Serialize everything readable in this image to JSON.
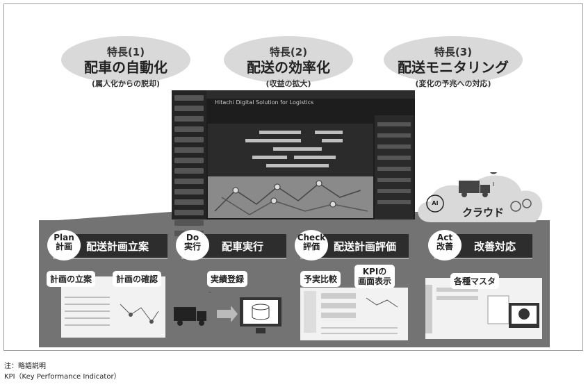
{
  "features": [
    {
      "num": "特長(1)",
      "title": "配車の自動化",
      "sub": "(属人化からの脱却)"
    },
    {
      "num": "特長(2)",
      "title": "配送の効率化",
      "sub": "(収益の拡大)"
    },
    {
      "num": "特長(3)",
      "title": "配送モニタリング",
      "sub": "(変化の予兆への対応)"
    }
  ],
  "screen": {
    "app_title": "Hitachi Digital Solution for Logistics"
  },
  "cloud": {
    "label": "クラウド",
    "ai": "AI"
  },
  "phases": [
    {
      "en": "Plan",
      "jp": "計画",
      "title": "配送計画立案",
      "subs": [
        "計画の立案",
        "計画の確認"
      ]
    },
    {
      "en": "Do",
      "jp": "実行",
      "title": "配車実行",
      "subs": [
        "実績登録"
      ]
    },
    {
      "en": "Check",
      "jp": "評価",
      "title": "配送計画評価",
      "subs": [
        "予実比較",
        "KPIの\n画面表示"
      ]
    },
    {
      "en": "Act",
      "jp": "改善",
      "title": "改善対応",
      "subs": [
        "各種マスタ"
      ]
    }
  ],
  "notes": [
    "注：略語説明",
    "KPI（Key Performance Indicator）"
  ]
}
